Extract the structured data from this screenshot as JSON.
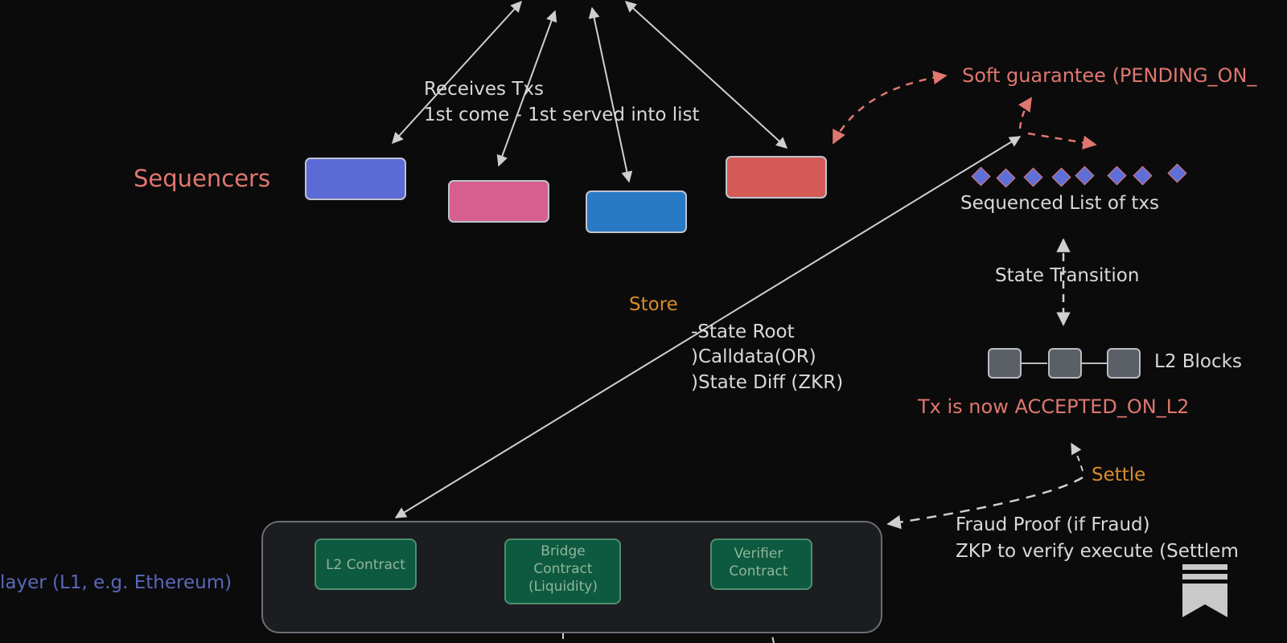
{
  "labels": {
    "sequencers": "Sequencers",
    "receives_1": "Receives Txs",
    "receives_2": "1st come - 1st served into list",
    "soft_guarantee": "Soft guarantee (PENDING_ON_",
    "sequenced_list": "Sequenced List of txs",
    "state_transition": "State Transition",
    "l2_blocks": "L2 Blocks",
    "accepted": "Tx is now ACCEPTED_ON_L2",
    "store": "Store",
    "store_items": [
      "-State Root",
      ")Calldata(OR)",
      ")State Diff (ZKR)"
    ],
    "settle": "Settle",
    "fraud_1": "Fraud Proof (if Fraud)",
    "fraud_2": "ZKP to verify execute (Settlem",
    "layer": "layer (L1, e.g. Ethereum)"
  },
  "contracts": {
    "l2": "L2 Contract",
    "bridge": "Bridge Contract (Liquidity)",
    "verifier": "Verifier Contract"
  },
  "colors": {
    "seq_1": "#5b6ad6",
    "seq_2": "#d65f8e",
    "seq_3": "#2a79c4",
    "seq_4": "#d45a55",
    "diamond": "#5f6fd8",
    "block": "#5b5f66",
    "contract": "#0e5a40",
    "red_text": "#e0776e",
    "orange_text": "#d98b2b",
    "blue_text": "#5a68b8"
  },
  "icons": {
    "bookmark": "bookmark-icon"
  }
}
